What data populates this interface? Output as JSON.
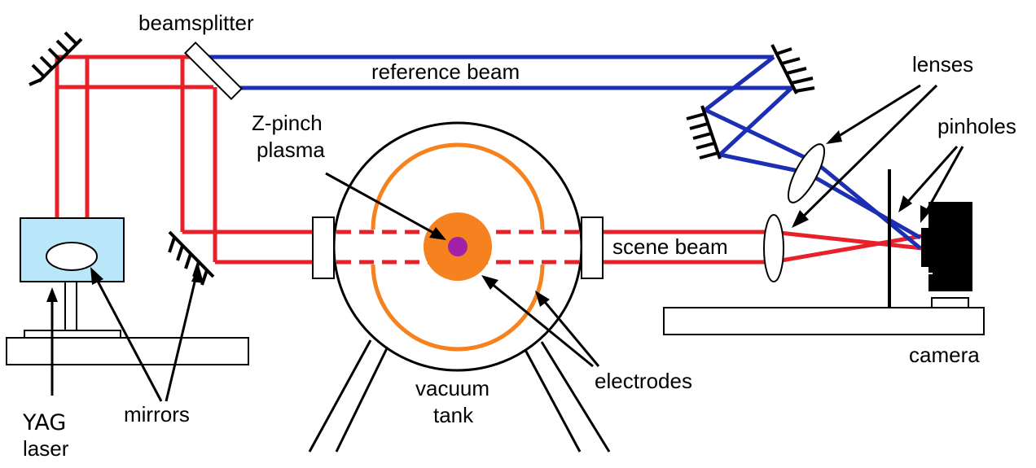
{
  "labels": {
    "beamsplitter": "beamsplitter",
    "reference_beam": "reference beam",
    "lenses": "lenses",
    "pinholes": "pinholes",
    "zpinch_line1": "Z-pinch",
    "zpinch_line2": "plasma",
    "scene_beam": "scene beam",
    "camera": "camera",
    "electrodes": "electrodes",
    "vacuum_line1": "vacuum",
    "vacuum_line2": "tank",
    "mirrors": "mirrors",
    "yag": "YAG",
    "laser": "laser"
  },
  "colors": {
    "laser_beam": "#e8202a",
    "reference_beam": "#1c2eb4",
    "electrode": "#f5821f",
    "plasma": "#f5821f",
    "plasma_core": "#a020a8",
    "laser_box": "#b9e6f8",
    "yag_text": "#1e2a66",
    "outline": "#000000"
  }
}
